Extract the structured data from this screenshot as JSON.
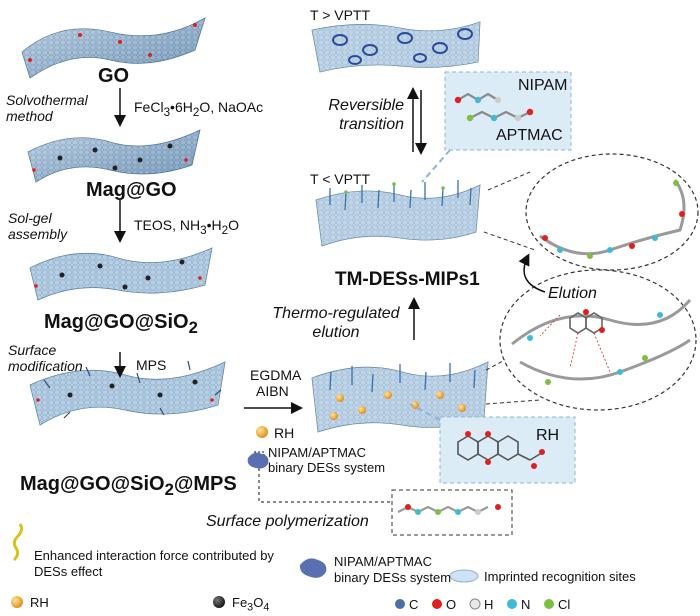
{
  "left_column": {
    "go": "GO",
    "solvothermal": "Solvothermal method",
    "reagent_fe_a": "FeCl",
    "reagent_fe_sub": "3",
    "reagent_fe_b": "•6H",
    "reagent_fe_sub2": "2",
    "reagent_fe_c": "O, NaOAc",
    "mag_go": "Mag@GO",
    "solgel": "Sol-gel assembly",
    "teos_a": "TEOS, NH",
    "teos_sub": "3",
    "teos_b": "•H",
    "teos_sub2": "2",
    "teos_c": "O",
    "mag_go_sio2_a": "Mag@GO@SiO",
    "mag_go_sio2_sub": "2",
    "surface_mod": "Surface modification",
    "mps": "MPS",
    "final_a": "Mag@GO@SiO",
    "final_sub": "2",
    "final_b": "@MPS"
  },
  "middle": {
    "egdma": "EGDMA",
    "aibn": "AIBN",
    "rh": "RH",
    "des_system": "NIPAM/APTMAC binary DESs system",
    "surface_poly": "Surface polymerization",
    "thermo": "Thermo-regulated elution",
    "tm_des": "TM-DESs-MIPs1",
    "t_gt": "T > VPTT",
    "t_lt": "T < VPTT",
    "reversible": "Reversible transition",
    "elution": "Elution"
  },
  "callouts": {
    "nipam": "NIPAM",
    "aptmac": "APTMAC",
    "rh": "RH"
  },
  "legend": {
    "enhanced": "Enhanced interaction force contributed by DESs effect",
    "binary": "NIPAM/APTMAC binary DESs system",
    "imprinted": "Imprinted recognition sites",
    "rh": "RH",
    "fe3o4_a": "Fe",
    "fe3o4_sub1": "3",
    "fe3o4_b": "O",
    "fe3o4_sub2": "4",
    "atoms": [
      "C",
      "O",
      "H",
      "N",
      "Cl"
    ]
  },
  "colors": {
    "sheet": "#8fb3d3",
    "sheet_dark": "#5f86ad",
    "rh_orange": "#f0a020",
    "callout_bg": "#dcecf7",
    "nitrogen": "#3fb9d6",
    "chlorine": "#7bc043",
    "oxygen": "#e02020",
    "carbon": "#4a6fa5"
  }
}
